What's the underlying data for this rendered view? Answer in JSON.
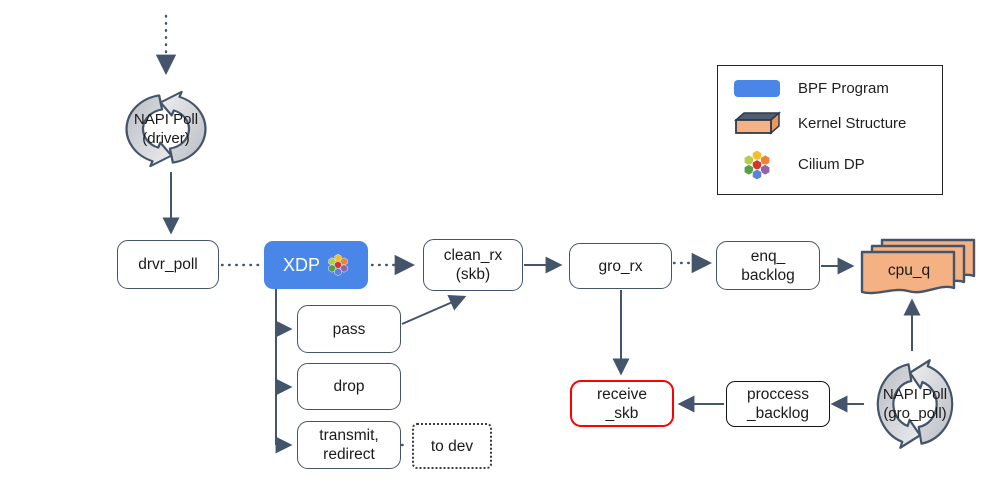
{
  "nodes": {
    "napi_driver": {
      "line1": "NAPI Poll",
      "line2": "(driver)"
    },
    "drvr_poll": {
      "label": "drvr_poll"
    },
    "xdp": {
      "label": "XDP",
      "color": "#4a86e8"
    },
    "clean_rx": {
      "line1": "clean_rx",
      "line2": "(skb)"
    },
    "gro_rx": {
      "label": "gro_rx"
    },
    "enq_backlog": {
      "line1": "enq_",
      "line2": "backlog"
    },
    "cpu_q": {
      "label": "cpu_q",
      "color": "#f4b183"
    },
    "pass": {
      "label": "pass"
    },
    "drop": {
      "label": "drop"
    },
    "transmit_redirect": {
      "line1": "transmit,",
      "line2": "redirect"
    },
    "to_dev": {
      "label": "to dev"
    },
    "receive_skb": {
      "line1": "receive",
      "line2": "_skb",
      "border_color": "#ff0000"
    },
    "proccess_backlog": {
      "line1": "proccess",
      "line2": "_backlog"
    },
    "napi_gro": {
      "line1": "NAPI Poll",
      "line2": "(gro_poll)"
    }
  },
  "legend": {
    "items": [
      {
        "label": "BPF Program",
        "icon": "bpf-program-swatch",
        "color": "#4a86e8"
      },
      {
        "label": "Kernel Structure",
        "icon": "kernel-structure-swatch",
        "color": "#f4b183"
      },
      {
        "label": "Cilium DP",
        "icon": "cilium-dp-icon"
      }
    ]
  },
  "icons": {
    "napi_cycle": "circular-refresh-arrows",
    "cilium_dp": "hex-flower",
    "cpu_q": "stacked-orange-sheets"
  },
  "colors": {
    "connector": "#44546a",
    "box_border": "#44546a",
    "bpf_blue": "#4a86e8",
    "kernel_orange": "#f4b183",
    "receive_red": "#ff0000",
    "cilium_hex": [
      "#f3c02c",
      "#ef8334",
      "#9065a8",
      "#5c83d5",
      "#55a044",
      "#b5cd48",
      "#d7342a"
    ]
  }
}
